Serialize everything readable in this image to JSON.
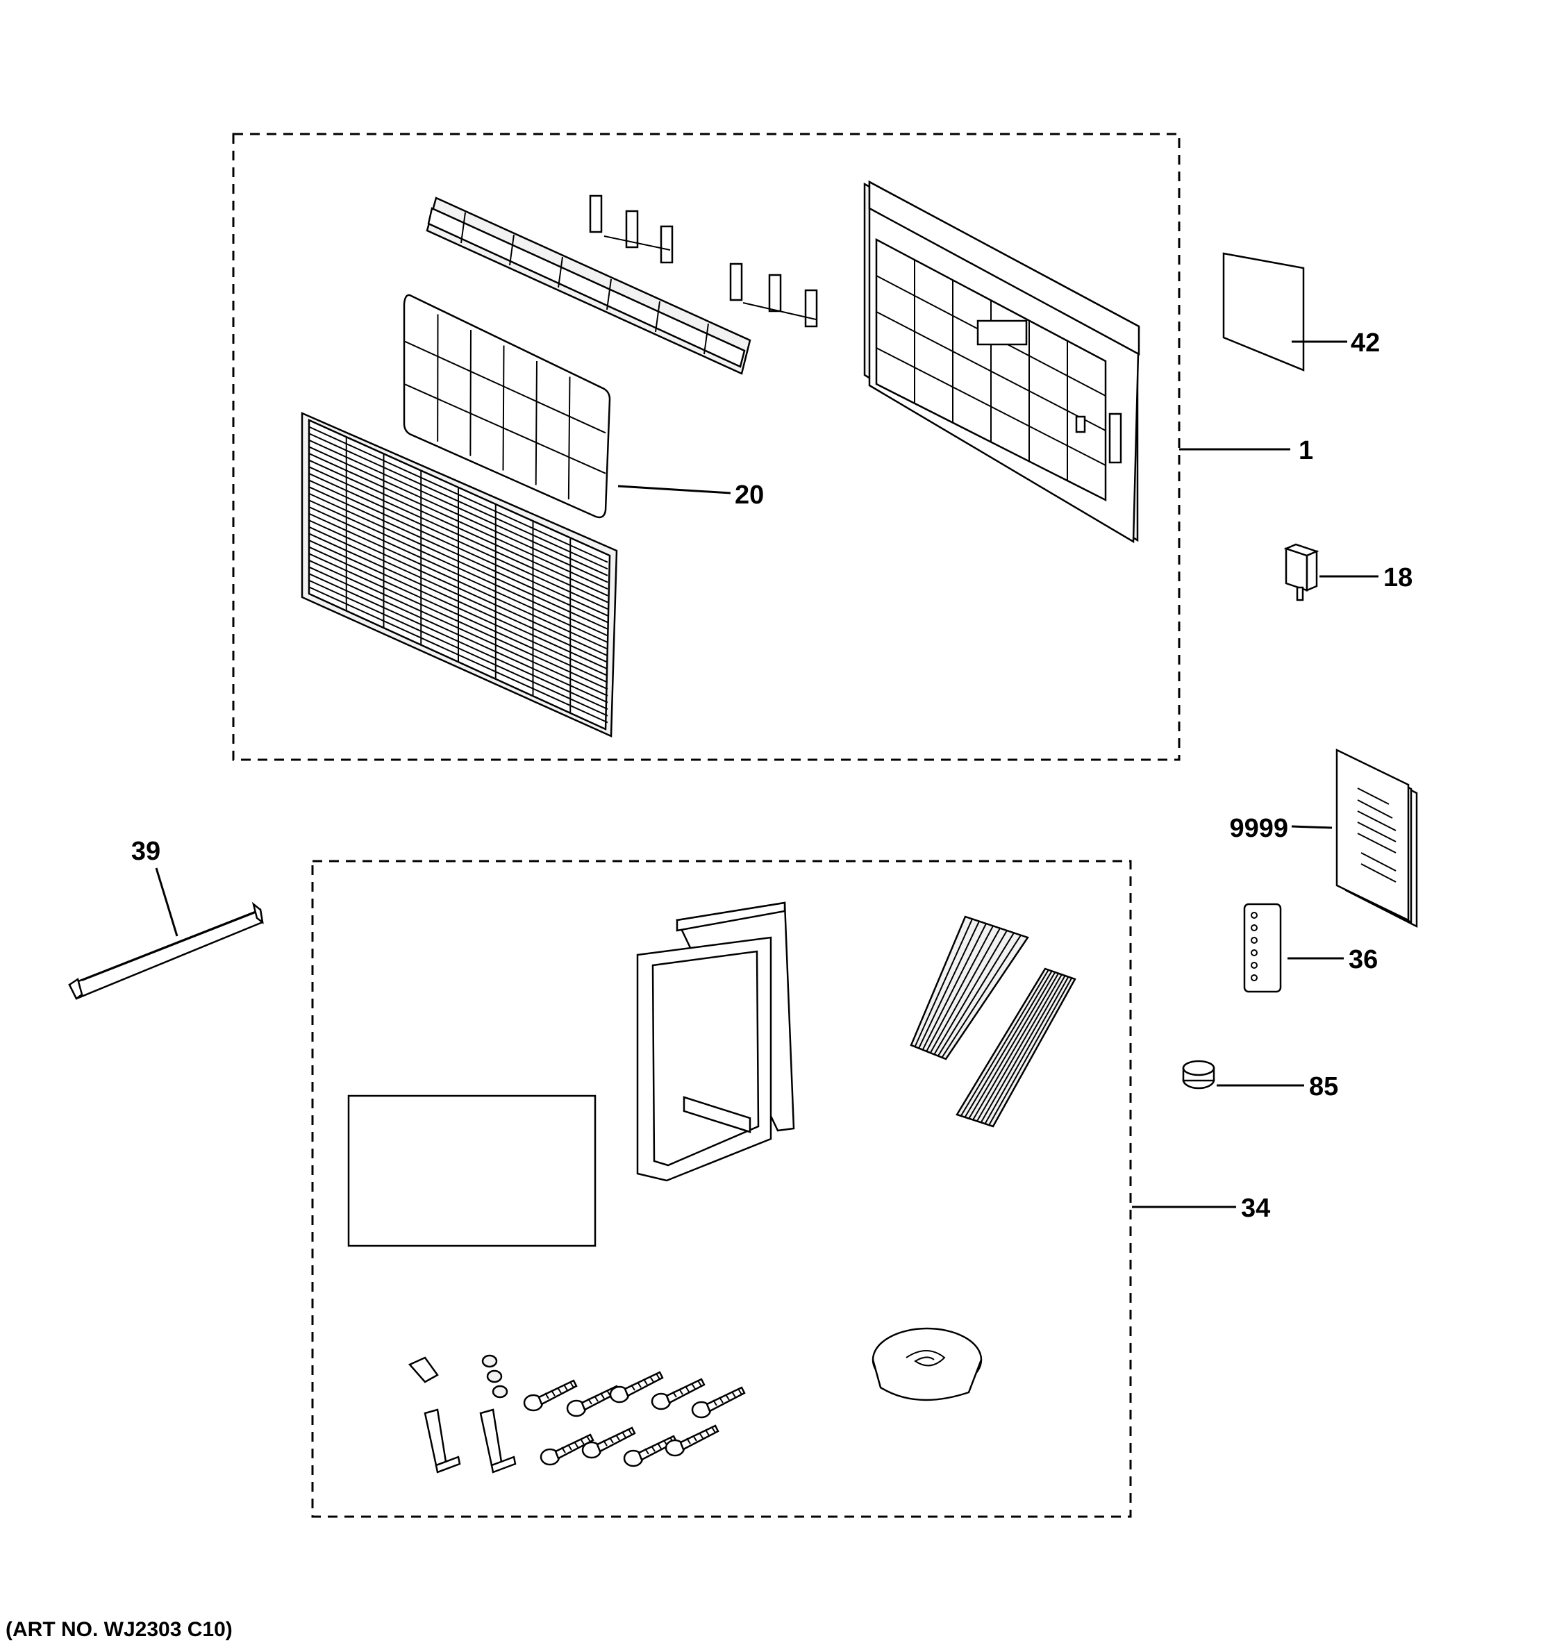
{
  "diagram": {
    "callouts": {
      "c1": "1",
      "c18": "18",
      "c20": "20",
      "c34": "34",
      "c36": "36",
      "c39": "39",
      "c42": "42",
      "c85": "85",
      "c9999": "9999"
    },
    "art_number": "(ART NO. WJ2303 C10)"
  }
}
